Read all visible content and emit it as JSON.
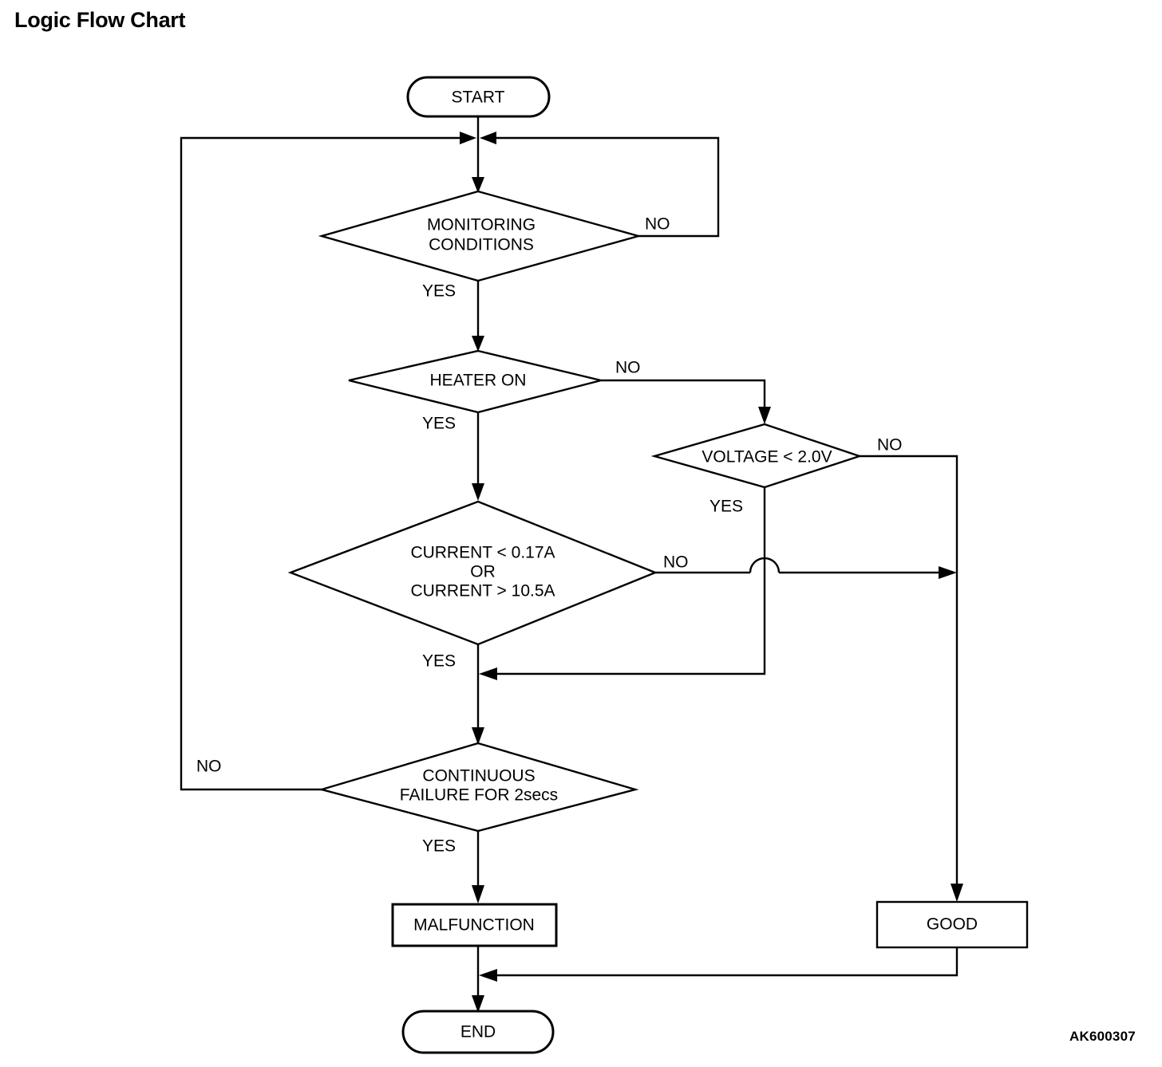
{
  "title": "Logic Flow Chart",
  "figure_code": "AK600307",
  "chart_data": {
    "type": "diagram",
    "diagram_kind": "flowchart",
    "title": "Logic Flow Chart",
    "figure_code": "AK600307",
    "orientation": "top-to-bottom",
    "nodes": [
      {
        "id": "start",
        "shape": "stadium",
        "label": "START"
      },
      {
        "id": "monitoring",
        "shape": "diamond",
        "label": "MONITORING CONDITIONS",
        "lines": [
          "MONITORING",
          "CONDITIONS"
        ]
      },
      {
        "id": "heater",
        "shape": "diamond",
        "label": "HEATER ON",
        "lines": [
          "HEATER ON"
        ]
      },
      {
        "id": "voltage",
        "shape": "diamond",
        "label": "VOLTAGE < 2.0V",
        "lines": [
          "VOLTAGE < 2.0V"
        ]
      },
      {
        "id": "current",
        "shape": "diamond",
        "label": "CURRENT < 0.17A OR CURRENT > 10.5A",
        "lines": [
          "CURRENT < 0.17A",
          "OR",
          "CURRENT > 10.5A"
        ]
      },
      {
        "id": "continuous",
        "shape": "diamond",
        "label": "CONTINUOUS FAILURE FOR 2secs",
        "lines": [
          "CONTINUOUS",
          "FAILURE FOR 2secs"
        ]
      },
      {
        "id": "malfunction",
        "shape": "rectangle",
        "label": "MALFUNCTION"
      },
      {
        "id": "good",
        "shape": "rectangle",
        "label": "GOOD"
      },
      {
        "id": "end",
        "shape": "stadium",
        "label": "END"
      }
    ],
    "edges": [
      {
        "from": "start",
        "to": "monitoring",
        "label": ""
      },
      {
        "from": "monitoring",
        "to": "start-junction",
        "label": "NO"
      },
      {
        "from": "monitoring",
        "to": "heater",
        "label": "YES"
      },
      {
        "from": "heater",
        "to": "voltage",
        "label": "NO"
      },
      {
        "from": "heater",
        "to": "current",
        "label": "YES"
      },
      {
        "from": "voltage",
        "to": "good",
        "label": "NO"
      },
      {
        "from": "voltage",
        "to": "current-yes-path",
        "label": "YES"
      },
      {
        "from": "current",
        "to": "good",
        "label": "NO"
      },
      {
        "from": "current",
        "to": "continuous",
        "label": "YES"
      },
      {
        "from": "continuous",
        "to": "start-junction",
        "label": "NO"
      },
      {
        "from": "continuous",
        "to": "malfunction",
        "label": "YES"
      },
      {
        "from": "malfunction",
        "to": "end",
        "label": ""
      },
      {
        "from": "good",
        "to": "end",
        "label": ""
      }
    ]
  },
  "nodes": {
    "start": {
      "label": "START"
    },
    "monitoring": {
      "line1": "MONITORING",
      "line2": "CONDITIONS"
    },
    "heater": {
      "line1": "HEATER ON"
    },
    "voltage": {
      "line1": "VOLTAGE < 2.0V"
    },
    "current": {
      "line1": "CURRENT < 0.17A",
      "line2": "OR",
      "line3": "CURRENT > 10.5A"
    },
    "continuous": {
      "line1": "CONTINUOUS",
      "line2": "FAILURE FOR 2secs"
    },
    "malfunction": {
      "label": "MALFUNCTION"
    },
    "good": {
      "label": "GOOD"
    },
    "end": {
      "label": "END"
    }
  },
  "edge_labels": {
    "monitoring_no": "NO",
    "monitoring_yes": "YES",
    "heater_no": "NO",
    "heater_yes": "YES",
    "voltage_no": "NO",
    "voltage_yes": "YES",
    "current_no": "NO",
    "current_yes": "YES",
    "continuous_no": "NO",
    "continuous_yes": "YES"
  },
  "colors": {
    "background": "#ffffff",
    "stroke": "#000000",
    "text": "#000000"
  }
}
